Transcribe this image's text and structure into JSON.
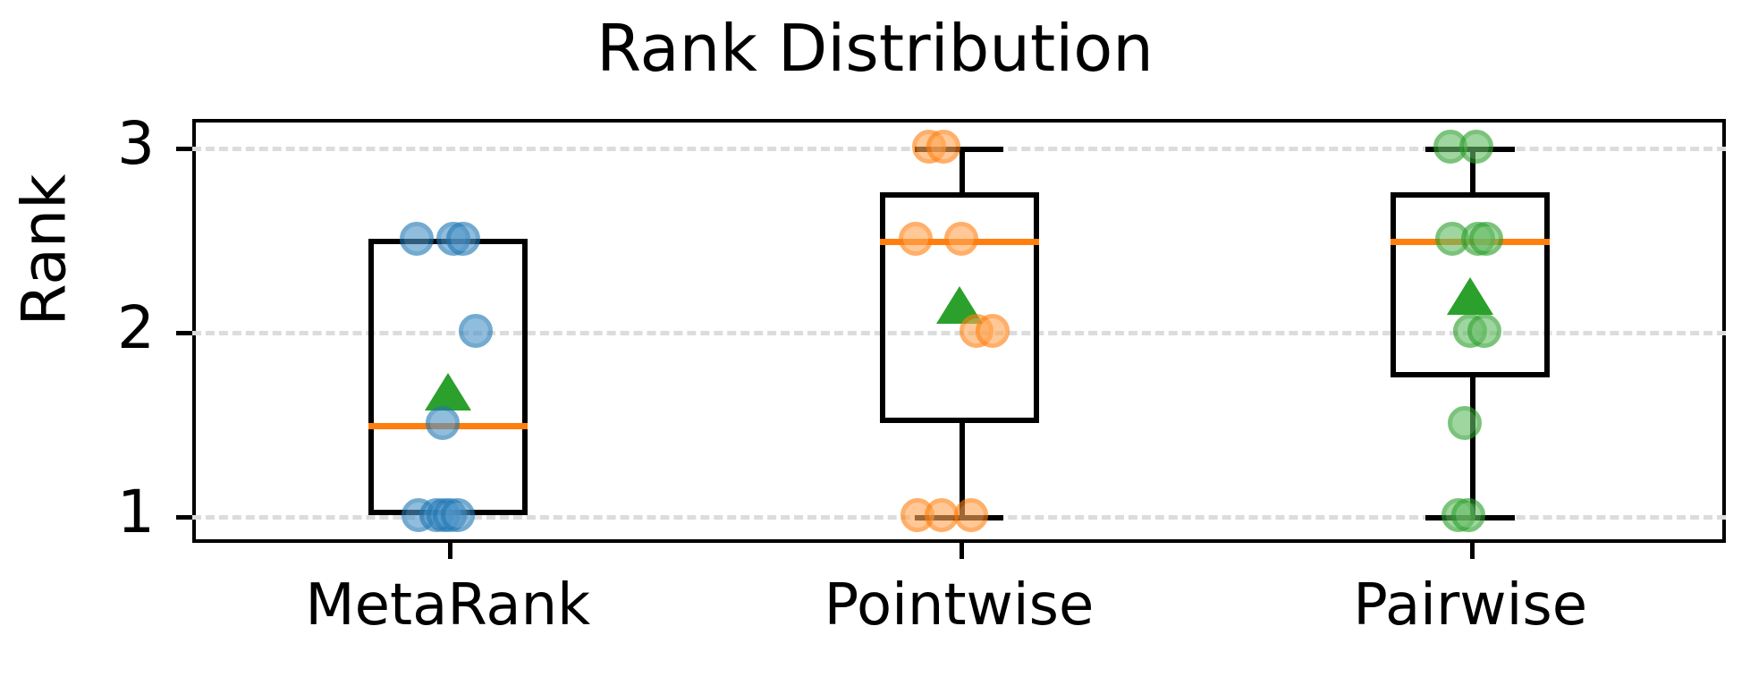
{
  "chart_data": {
    "type": "box",
    "title": "Rank Distribution",
    "xlabel": "",
    "ylabel": "Rank",
    "categories": [
      "MetaRank",
      "Pointwise",
      "Pairwise"
    ],
    "yticks": [
      1,
      2,
      3
    ],
    "ytick_labels": [
      "1",
      "2",
      "3"
    ],
    "ylim": [
      3.15,
      0.85
    ],
    "y_inverted": true,
    "grid": true,
    "grid_axis": "y",
    "grid_style": "dashed",
    "legend": "none",
    "colors": {
      "metarank": "#1f77b4",
      "pointwise": "#ff7f0e",
      "pairwise": "#2ca02c",
      "median_line": "#ff7f0e",
      "mean_marker": "#2ca02c",
      "box_edge": "#000000",
      "grid": "#dcdcdc",
      "background": "#ffffff"
    },
    "series": [
      {
        "name": "MetaRank",
        "color": "#1f77b4",
        "whisker_low": 1.0,
        "q1": 1.0,
        "median": 1.5,
        "q3": 2.5,
        "whisker_high": 2.5,
        "mean": 1.7,
        "points": [
          1.0,
          1.0,
          1.0,
          1.0,
          1.0,
          1.5,
          2.0,
          2.5,
          2.5,
          2.5
        ],
        "point_jitter": [
          -0.3,
          -0.12,
          -0.04,
          0.02,
          0.1,
          -0.05,
          0.28,
          -0.32,
          0.06,
          0.16
        ]
      },
      {
        "name": "Pointwise",
        "color": "#ff7f0e",
        "whisker_low": 1.0,
        "q1": 1.5,
        "median": 2.5,
        "q3": 2.75,
        "whisker_high": 3.0,
        "mean": 2.17,
        "points": [
          1.0,
          1.0,
          1.0,
          2.0,
          2.0,
          2.5,
          2.5,
          3.0,
          3.0
        ],
        "point_jitter": [
          -0.42,
          -0.18,
          0.12,
          0.18,
          0.34,
          -0.44,
          0.02,
          -0.3,
          -0.16
        ]
      },
      {
        "name": "Pairwise",
        "color": "#2ca02c",
        "whisker_low": 1.0,
        "q1": 1.75,
        "median": 2.5,
        "q3": 2.75,
        "whisker_high": 3.0,
        "mean": 2.22,
        "points": [
          1.0,
          1.0,
          1.5,
          2.0,
          2.0,
          2.5,
          2.5,
          2.5,
          3.0,
          3.0
        ],
        "point_jitter": [
          -0.12,
          -0.02,
          -0.06,
          0.0,
          0.14,
          -0.18,
          0.08,
          0.16,
          -0.2,
          0.06
        ]
      }
    ]
  }
}
